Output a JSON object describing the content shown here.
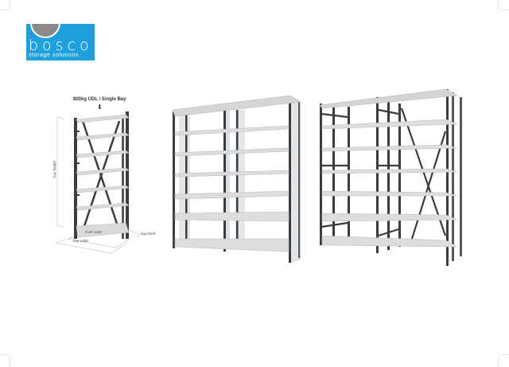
{
  "logo": {
    "brand": "bosco",
    "tagline": "storage solutions",
    "color": "#1ea0dc",
    "disc_color": "#8a8a8a"
  },
  "diagram": {
    "load_label": "800kg UDL / Single Bay",
    "arrow": "⬇",
    "dimensions": {
      "height": "bay height",
      "shelf_width": "shelf width",
      "bay_width": "bay width",
      "depth": "bay/shelf"
    },
    "shelf_count": 7
  },
  "products": [
    {
      "name": "closed-side-shelving",
      "bays": 2,
      "levels": 7
    },
    {
      "name": "open-frame-braced-shelving",
      "bays": 2,
      "levels": 7
    }
  ],
  "colors": {
    "frame": "#3a3d40",
    "shelf": "#d9dadb",
    "shelf_edge": "#bfc1c3"
  }
}
